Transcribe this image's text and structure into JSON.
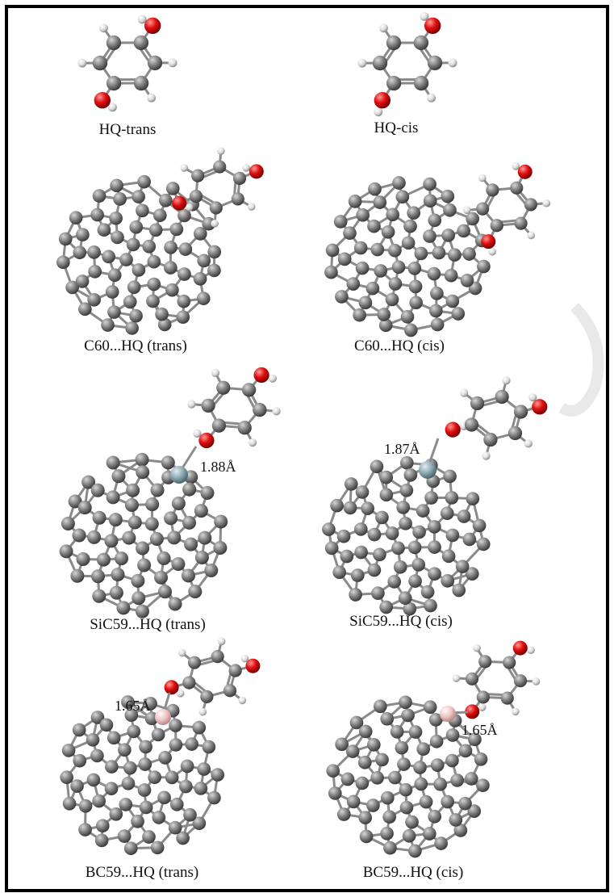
{
  "panels": [
    {
      "id": "hq-trans",
      "label": "HQ-trans",
      "distance": null
    },
    {
      "id": "hq-cis",
      "label": "HQ-cis",
      "distance": null
    },
    {
      "id": "c60-trans",
      "label": "C60...HQ (trans)",
      "distance": null
    },
    {
      "id": "c60-cis",
      "label": "C60...HQ (cis)",
      "distance": null
    },
    {
      "id": "sic59-trans",
      "label": "SiC59...HQ (trans)",
      "distance": "1.88Å"
    },
    {
      "id": "sic59-cis",
      "label": "SiC59...HQ (cis)",
      "distance": "1.87Å"
    },
    {
      "id": "bc59-trans",
      "label": "BC59...HQ (trans)",
      "distance": "1.65Å"
    },
    {
      "id": "bc59-cis",
      "label": "BC59...HQ (cis)",
      "distance": "1.65Å"
    }
  ],
  "colors": {
    "carbon": "#7a7a7a",
    "oxygen": "#e01010",
    "hydrogen": "#e8e8e8",
    "silicon": "#8fa9b3",
    "boron": "#f2c4c4",
    "bond": "#777777",
    "border": "#000000"
  }
}
